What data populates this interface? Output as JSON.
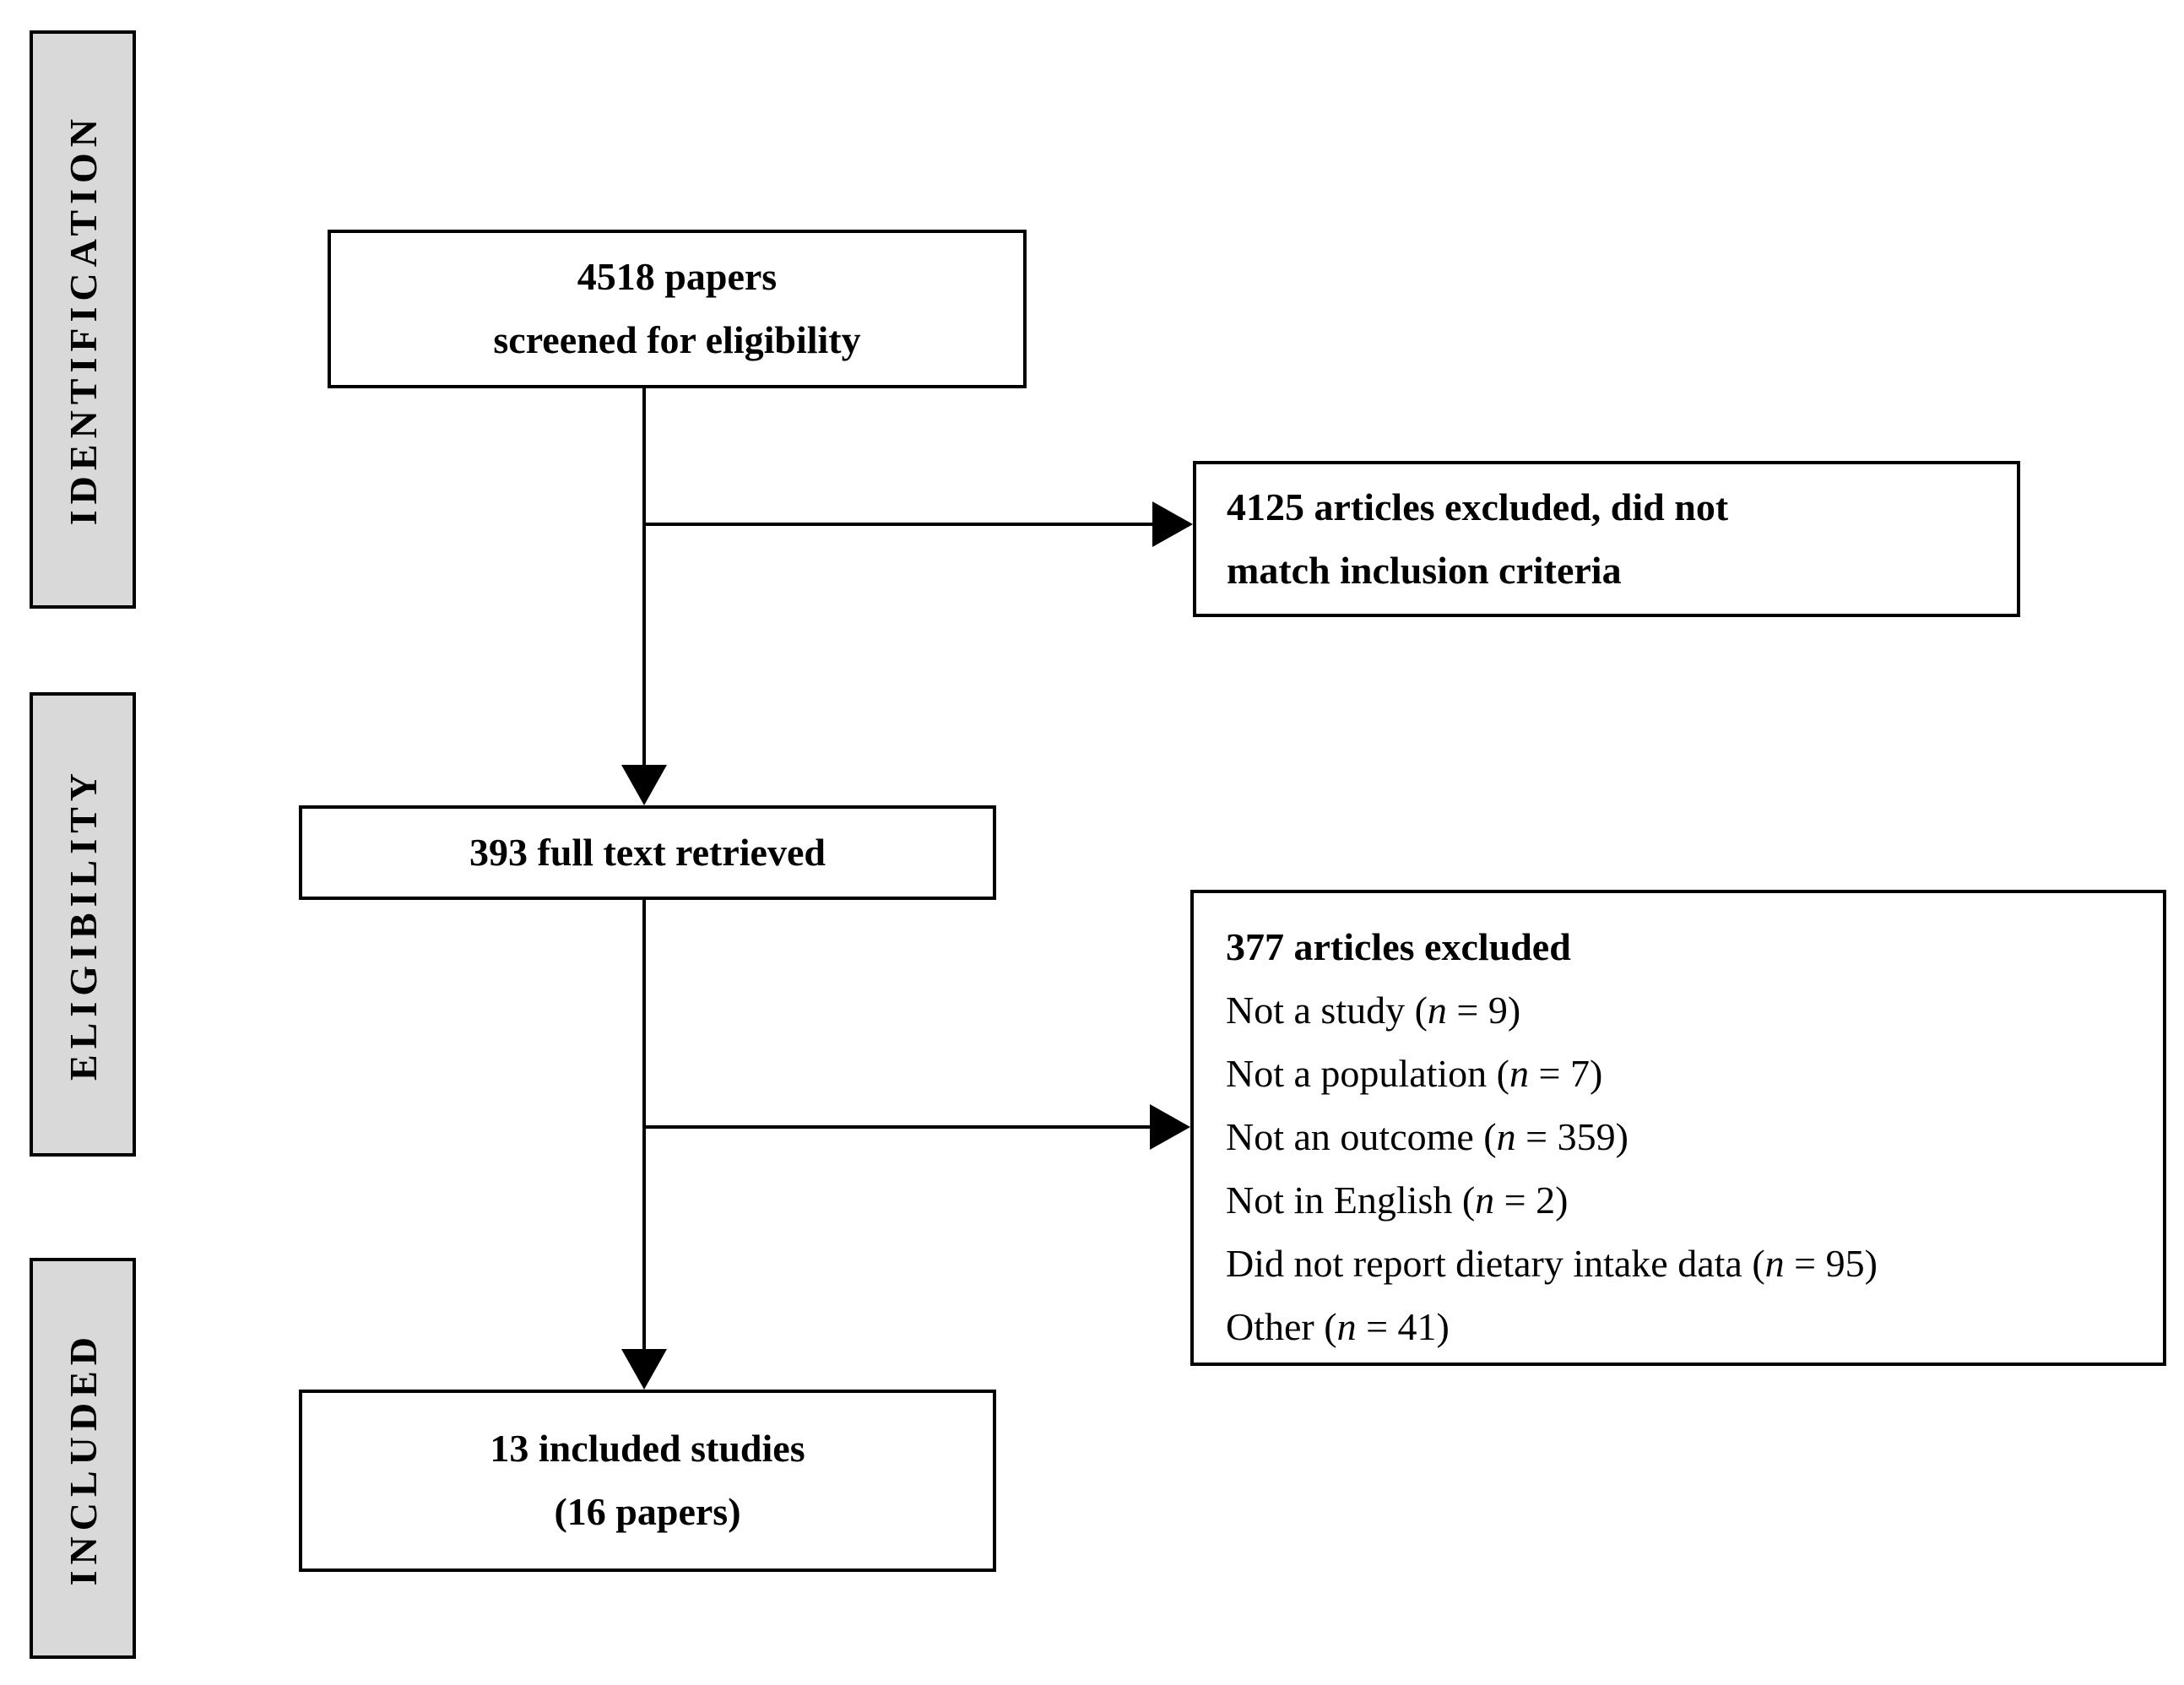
{
  "diagram": {
    "stages": [
      {
        "id": "identification",
        "label": "IDENTIFICATION"
      },
      {
        "id": "eligibility",
        "label": "ELIGIBILITY"
      },
      {
        "id": "included",
        "label": "INCLUDED"
      }
    ],
    "boxes": {
      "screened": {
        "lines": [
          "4518 papers",
          "screened for eligibility"
        ]
      },
      "excluded_initial": {
        "lines": [
          "4125 articles excluded, did not",
          "match inclusion criteria"
        ]
      },
      "fulltext": {
        "text": "393 full text retrieved"
      },
      "excluded_fulltext": {
        "title": "377 articles excluded",
        "n_symbol": "n",
        "equals": " = ",
        "items": [
          {
            "reason": "Not a study",
            "count": "9"
          },
          {
            "reason": "Not a population",
            "count": "7"
          },
          {
            "reason": "Not an outcome",
            "count": "359"
          },
          {
            "reason": "Not in English",
            "count": "2"
          },
          {
            "reason": "Did not report dietary intake data",
            "count": "95"
          },
          {
            "reason": "Other",
            "count": "41"
          }
        ]
      },
      "included": {
        "lines": [
          "13 included studies",
          "(16 papers)"
        ]
      }
    },
    "colors": {
      "stage_fill": "#d9d9d9",
      "box_fill": "#ffffff",
      "border": "#000000",
      "text": "#000000"
    }
  }
}
